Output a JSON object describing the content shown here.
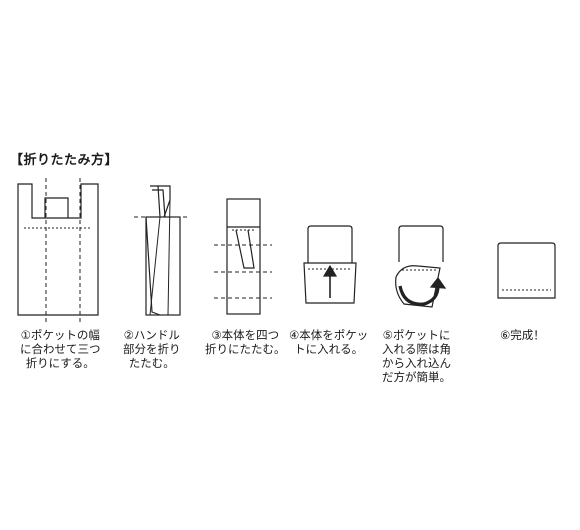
{
  "title": "【折りたたみ方】",
  "steps": [
    {
      "caption": "①ポケットの幅\nに合わせて三つ\n折りにする。"
    },
    {
      "caption": "②ハンドル\n部分を折り\nたたむ。"
    },
    {
      "caption": "③本体を四つ\n折りにたたむ。"
    },
    {
      "caption": "④本体をポケッ\nトに入れる。"
    },
    {
      "caption": "⑤ポケットに\n入れる際は角\nから入れ込ん\nだ方が簡単。"
    },
    {
      "caption": "⑥完成！"
    }
  ]
}
